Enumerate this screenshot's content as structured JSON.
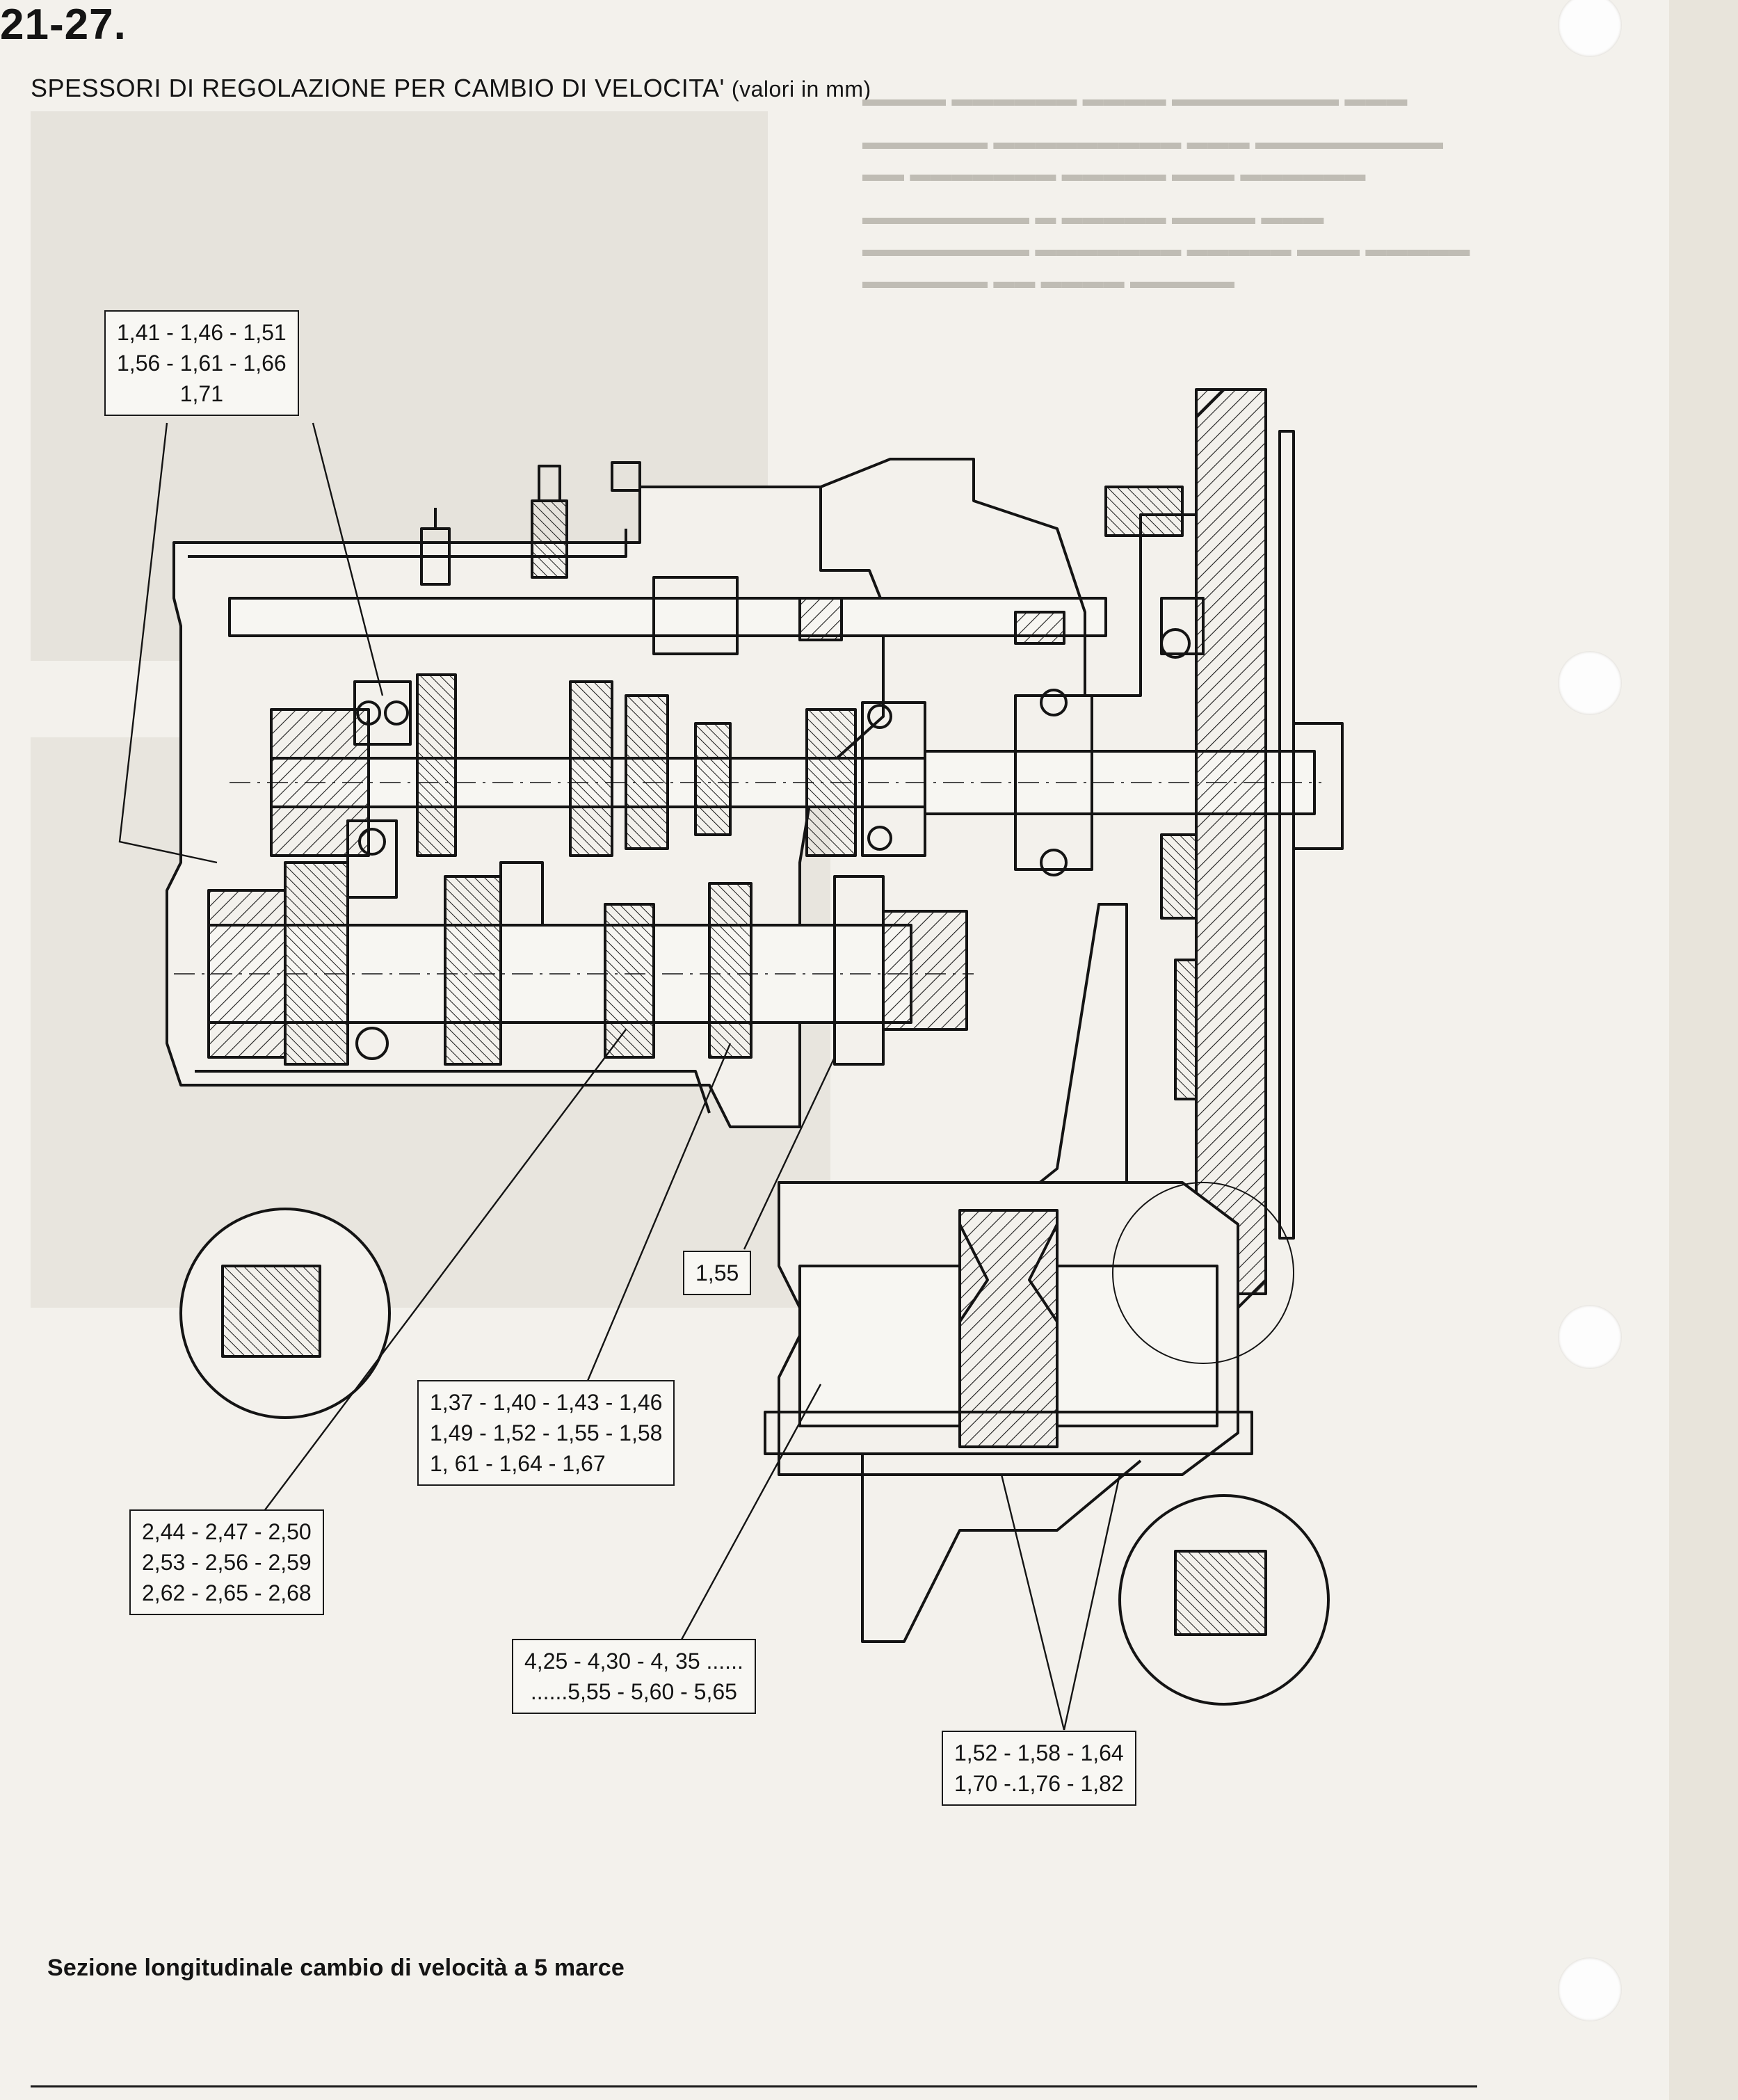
{
  "page_number": "21-27.",
  "title": "SPESSORI DI REGOLAZIONE PER CAMBIO DI VELOCITA'",
  "title_unit": "(valori in mm)",
  "shim_labels": {
    "a": [
      "1,41 - 1,46 - 1,51",
      "1,56 - 1,61 - 1,66",
      "1,71"
    ],
    "b": [
      "1,55"
    ],
    "c": [
      "1,37 - 1,40 - 1,43 - 1,46",
      "1,49 - 1,52 - 1,55 - 1,58",
      "1, 61 - 1,64 - 1,67"
    ],
    "d": [
      "2,44 - 2,47 - 2,50",
      "2,53 - 2,56 - 2,59",
      "2,62 - 2,65 - 2,68"
    ],
    "e": [
      "4,25 - 4,30 - 4, 35 ......",
      "......5,55 - 5,60 - 5,65"
    ],
    "f": [
      "1,52 - 1,58 - 1,64",
      "1,70 -.1,76 - 1,82"
    ]
  },
  "caption": "Sezione longitudinale cambio di velocità a 5 marce"
}
